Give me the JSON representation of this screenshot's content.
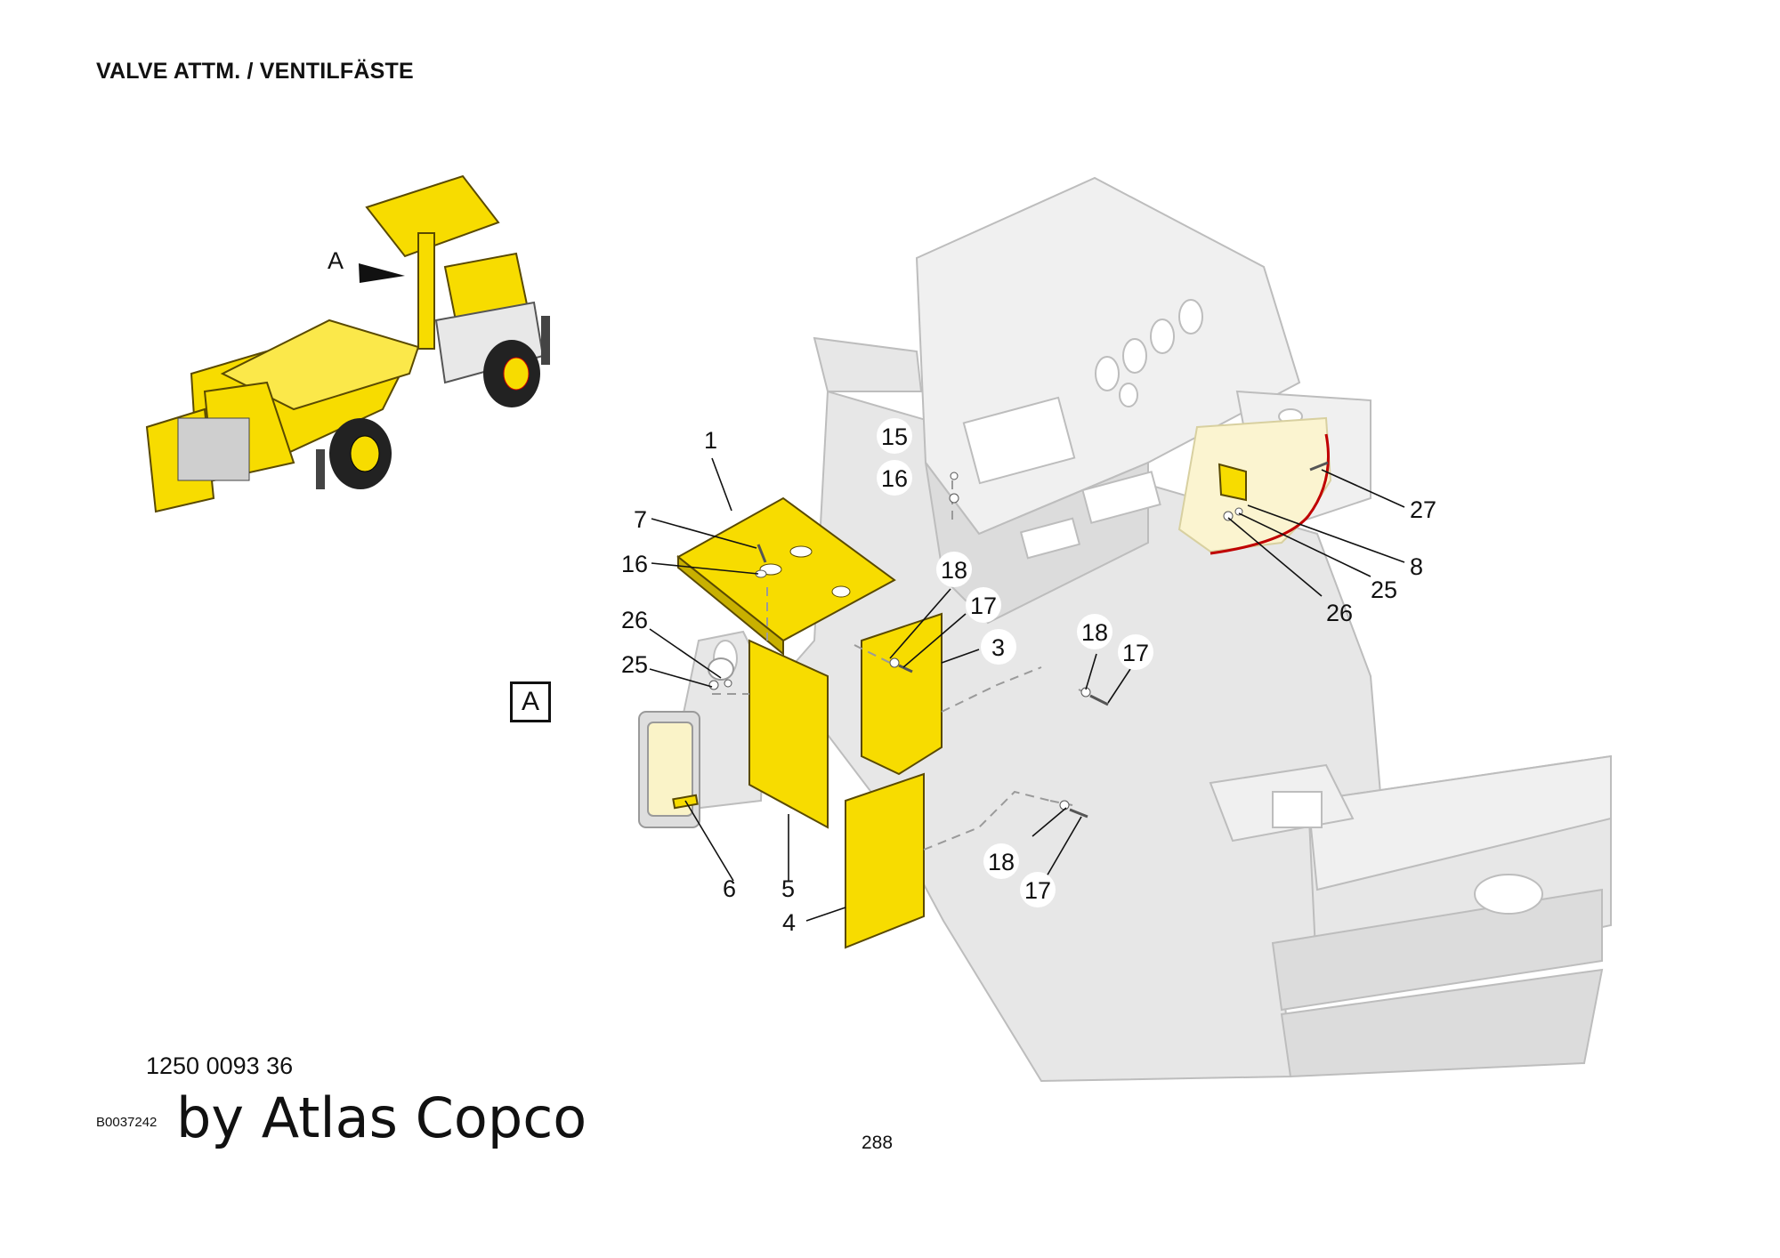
{
  "header": {
    "title": "VALVE ATTM. / VENTILFÄSTE"
  },
  "footer": {
    "part_number": "1250 0093 36",
    "drawing_id": "B0037242",
    "brand": "by Atlas Copco",
    "page_number": "288"
  },
  "view": {
    "label": "A",
    "pointer_label": "A"
  },
  "callouts": {
    "c1": "1",
    "c3": "3",
    "c4": "4",
    "c5": "5",
    "c6": "6",
    "c7": "7",
    "c8": "8",
    "c15": "15",
    "c16a": "16",
    "c16b": "16",
    "c17a": "17",
    "c17b": "17",
    "c17c": "17",
    "c18a": "18",
    "c18b": "18",
    "c18c": "18",
    "c25a": "25",
    "c25b": "25",
    "c26a": "26",
    "c26b": "26",
    "c27": "27"
  },
  "colors": {
    "part_highlight": "#f7dc00",
    "frame": "#e7e7e7",
    "detail_outline": "#c00000"
  }
}
